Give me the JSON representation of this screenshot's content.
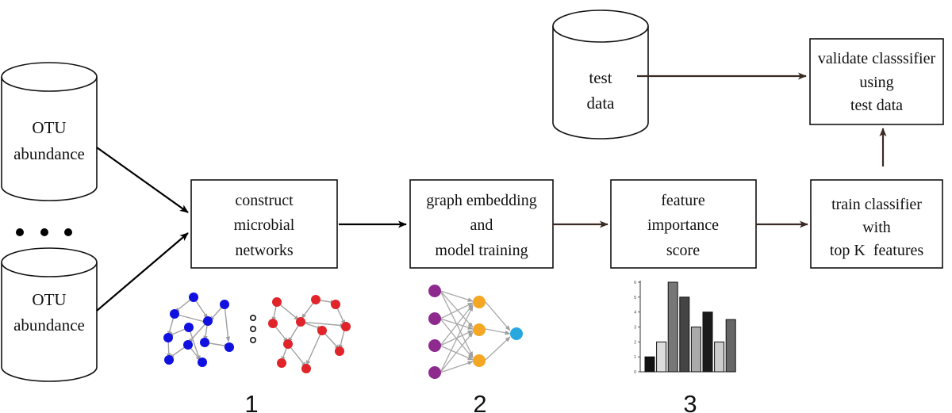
{
  "cylinders": [
    {
      "lines": [
        "OTU",
        "abundance"
      ]
    },
    {
      "lines": [
        "OTU",
        "abundance"
      ]
    },
    {
      "lines": [
        "test",
        "data"
      ]
    }
  ],
  "boxes": {
    "construct": [
      "construct",
      "microbial",
      "networks"
    ],
    "embedding": [
      "graph embedding",
      "and",
      "model training"
    ],
    "feature": [
      "feature",
      "importance",
      "score"
    ],
    "train": [
      "train classifier",
      "with",
      "top K  features"
    ],
    "validate": [
      "validate classsifier",
      "using",
      "test data"
    ]
  },
  "step_numbers": [
    "1",
    "2",
    "3"
  ],
  "colors": {
    "network_1": "#1010e0",
    "network_2": "#e0242a",
    "nn_input": "#8e2a8e",
    "nn_hidden": "#f5a623",
    "nn_output": "#29a8e0",
    "arrow_black": "#000000",
    "arrow_brown": "#3a2a24"
  },
  "chart_data": {
    "type": "bar",
    "title": "",
    "xlabel": "",
    "ylabel": "",
    "ylim": [
      0,
      6
    ],
    "y_ticks": [
      "0",
      "1",
      "2",
      "3",
      "4",
      "5",
      "6"
    ],
    "values": [
      1,
      2,
      6,
      5,
      3,
      4,
      2,
      3.5
    ],
    "bar_colors": [
      "#111111",
      "#dddddd",
      "#777777",
      "#444444",
      "#aaaaaa",
      "#1a1a1a",
      "#cccccc",
      "#666666"
    ]
  }
}
